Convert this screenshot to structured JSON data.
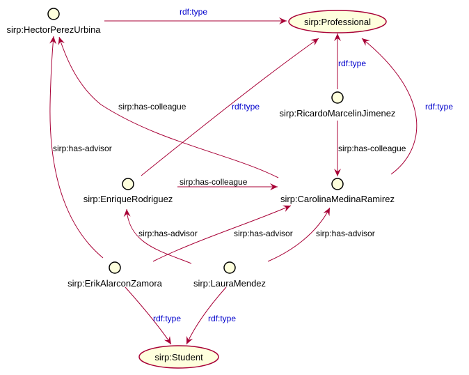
{
  "nodes": {
    "hector": {
      "label": "sirp:HectorPerezUrbina"
    },
    "professional": {
      "label": "sirp:Professional"
    },
    "ricardo": {
      "label": "sirp:RicardoMarcelinJimenez"
    },
    "enrique": {
      "label": "sirp:EnriqueRodriguez"
    },
    "carolina": {
      "label": "sirp:CarolinaMedinaRamirez"
    },
    "erik": {
      "label": "sirp:ErikAlarconZamora"
    },
    "laura": {
      "label": "sirp:LauraMendez"
    },
    "student": {
      "label": "sirp:Student"
    }
  },
  "edges": {
    "hector_type": "rdf:type",
    "ricardo_type": "rdf:type",
    "enrique_type": "rdf:type",
    "carolina_type": "rdf:type",
    "carolina_colleague_hector": "sirp:has-colleague",
    "ricardo_colleague_carolina": "sirp:has-colleague",
    "enrique_colleague_carolina": "sirp:has-colleague",
    "erik_advisor_hector": "sirp:has-advisor",
    "laura_advisor_enrique": "sirp:has-advisor",
    "erik_advisor_carolina": "sirp:has-advisor",
    "laura_advisor_carolina": "sirp:has-advisor",
    "erik_type": "rdf:type",
    "laura_type": "rdf:type"
  },
  "colors": {
    "node_fill": "#feffdd",
    "edge_stroke": "#a80036",
    "type_label": "#0000cc"
  }
}
